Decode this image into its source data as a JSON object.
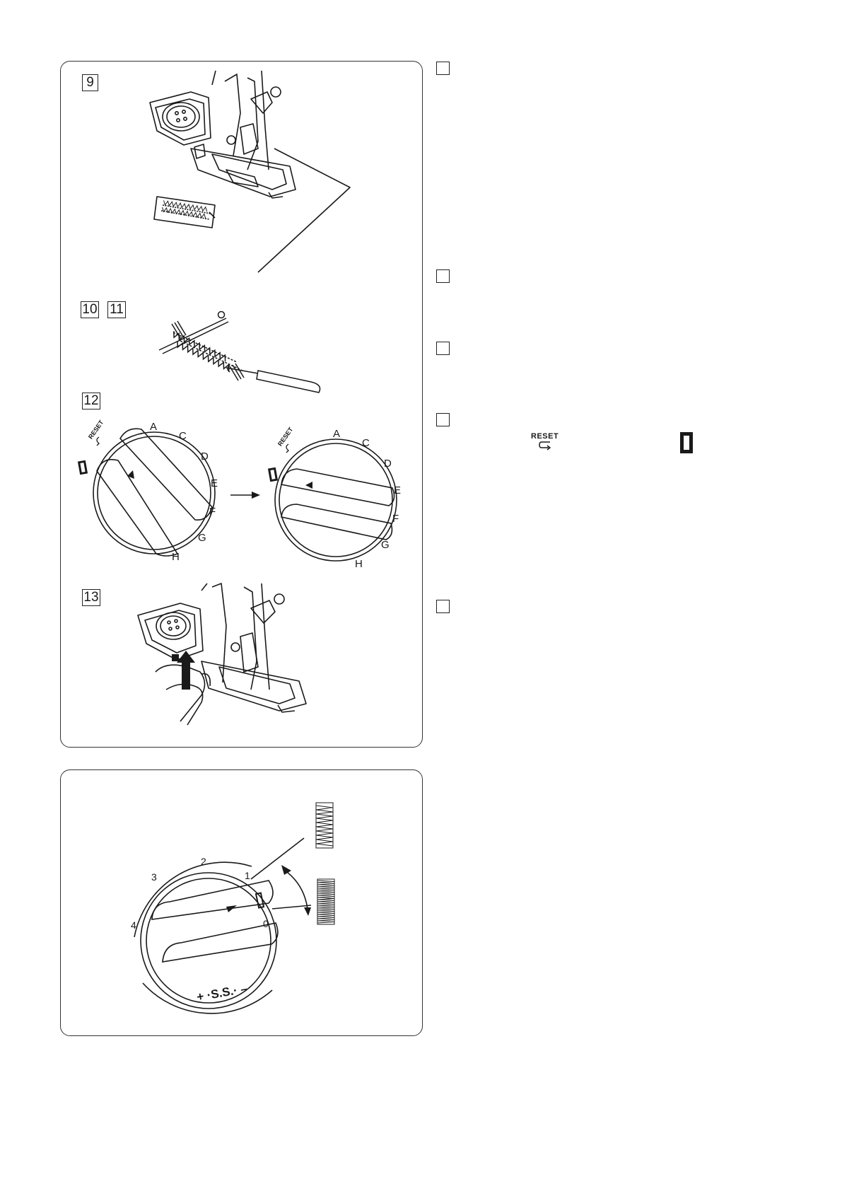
{
  "steps": {
    "s9": "9",
    "s10": "10",
    "s11": "11",
    "s12": "12",
    "s13": "13"
  },
  "dial_letters": {
    "reset": "RESET",
    "a": "A",
    "c": "C",
    "d": "D",
    "e": "E",
    "f": "F",
    "g": "G",
    "h": "H"
  },
  "dial_letters_2": {
    "reset": "RESET",
    "a": "A",
    "c": "C",
    "d": "D",
    "e": "E",
    "f": "F",
    "g": "G",
    "h": "H"
  },
  "width_dial": {
    "n0": "0",
    "n1": "1",
    "n2": "2",
    "n3": "3",
    "n4": "4",
    "ss": "+ ·S.S.· –"
  },
  "side_text": {
    "reset_label": "RESET"
  },
  "colors": {
    "ink": "#1a1a1a",
    "paper": "#ffffff"
  }
}
